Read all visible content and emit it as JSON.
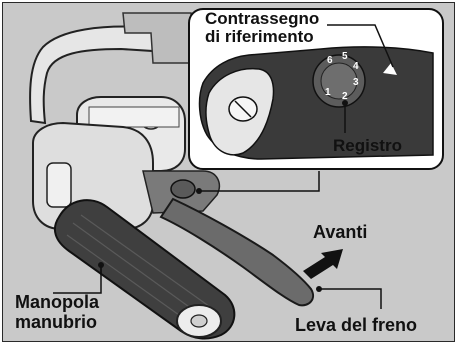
{
  "labels": {
    "reference_mark": "Contrassegno\ndi riferimento",
    "adjuster": "Registro",
    "forward": "Avanti",
    "grip": "Manopola\nmanubrio",
    "brake_lever": "Leva del freno"
  },
  "dial_numbers": [
    "1",
    "2",
    "3",
    "4",
    "5",
    "6"
  ],
  "colors": {
    "background": "#c9c9c9",
    "frame": "#2a2a2a",
    "text": "#111111",
    "inset_background": "#ffffff"
  }
}
